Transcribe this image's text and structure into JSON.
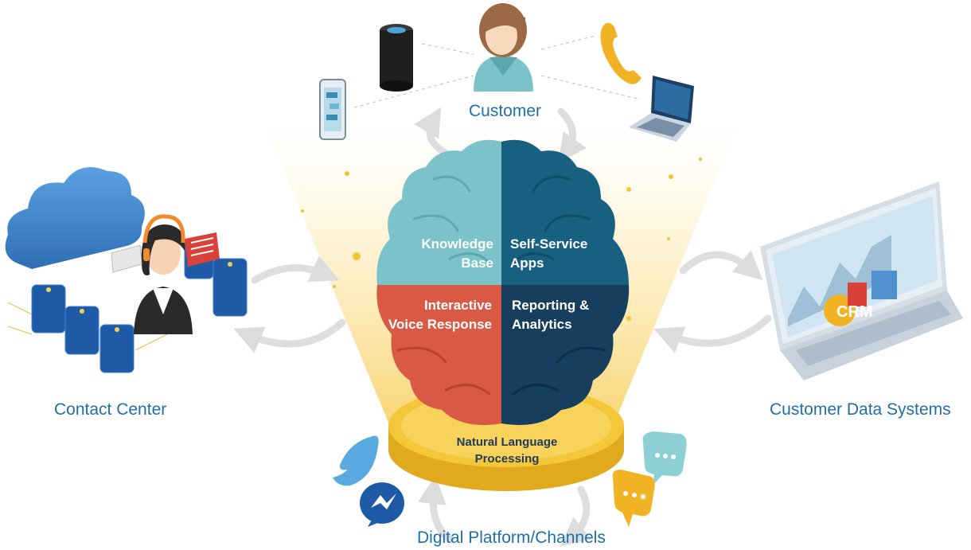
{
  "nodes": {
    "customer": "Customer",
    "contact_center": "Contact Center",
    "customer_data_systems": "Customer Data Systems",
    "digital_platform": "Digital Platform/Channels"
  },
  "brain": {
    "knowledge_base": [
      "Knowledge",
      "Base"
    ],
    "self_service": [
      "Self-Service",
      "Apps"
    ],
    "ivr": [
      "Interactive",
      "Voice Response"
    ],
    "reporting": [
      "Reporting &",
      "Analytics"
    ]
  },
  "platform": [
    "Natural Language",
    "Processing"
  ],
  "crm_logo": "CRM",
  "colors": {
    "label_blue": "#1f6fa6",
    "kb": "#7cc3c9",
    "self_service": "#17607f",
    "ivr": "#d85a44",
    "reporting": "#173e5c",
    "platform": "#f1c232",
    "glow": "#f8d46a"
  },
  "icons": [
    "smart-speaker-icon",
    "smartphone-icon",
    "customer-avatar-icon",
    "telephone-icon",
    "laptop-icon",
    "cloud-icon",
    "server-icon",
    "agent-headset-icon",
    "chat-bubble-icon",
    "crm-laptop-icon",
    "twitter-icon",
    "messenger-icon",
    "speech-bubble-icon",
    "arrow-icon"
  ]
}
